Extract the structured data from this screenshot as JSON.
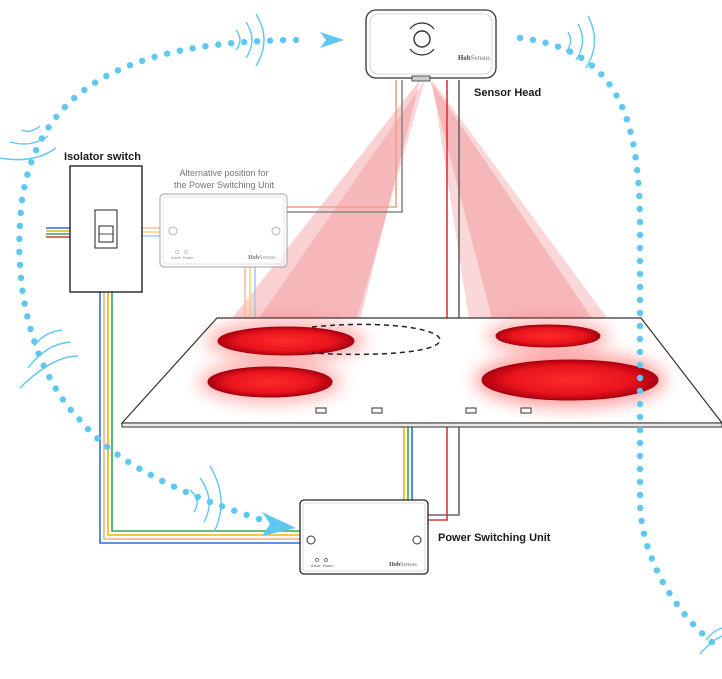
{
  "labels": {
    "sensor_head": "Sensor Head",
    "isolator_switch": "Isolator switch",
    "alt_position_line1": "Alternative position for",
    "alt_position_line2": "the Power Switching Unit",
    "power_switching_unit": "Power Switching Unit"
  },
  "brand": {
    "bold": "Hob",
    "light": "Sensus"
  },
  "indicators": {
    "active": "Active",
    "power": "Power"
  },
  "colors": {
    "signal": "#5ec8f2",
    "heat": "#e8141c",
    "beam": "#f08a90",
    "wire_blue": "#2f6fd6",
    "wire_red": "#d63a2f",
    "wire_yellow": "#e9b800",
    "wire_green": "#34a853"
  }
}
